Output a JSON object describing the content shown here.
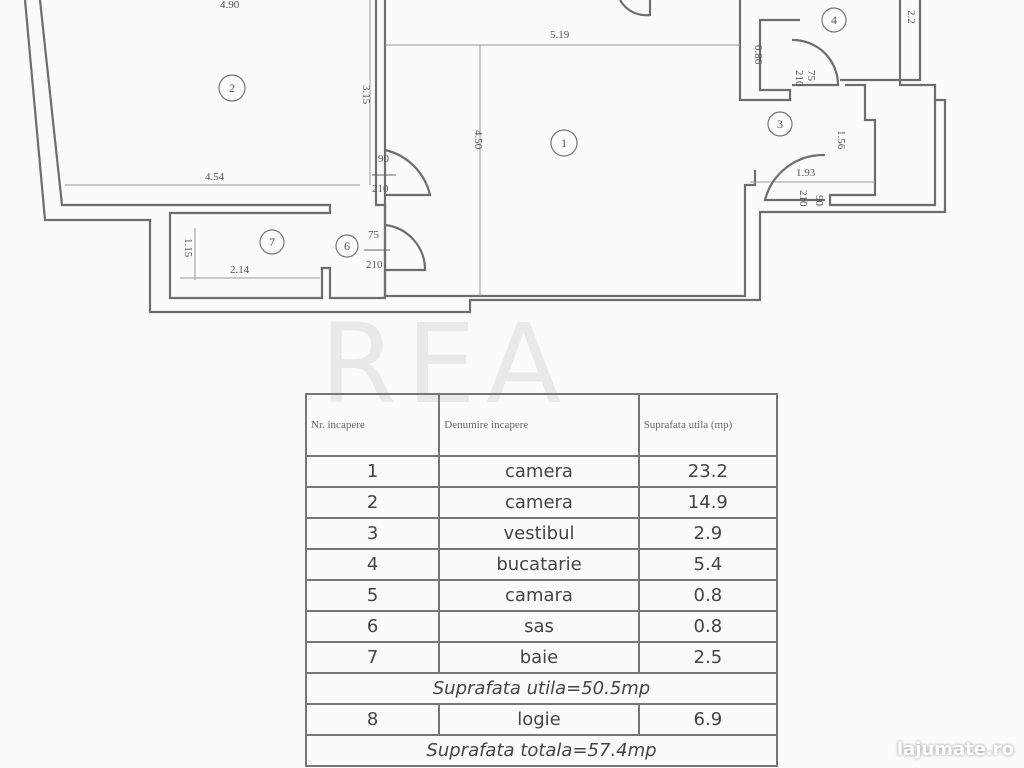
{
  "plan": {
    "rooms": [
      "1",
      "2",
      "3",
      "4",
      "6",
      "7"
    ],
    "dims": {
      "d490": "4.90",
      "d519": "5.19",
      "d22": "2.2",
      "d086": "0.86",
      "d315": "3.15",
      "d450": "4.50",
      "d454": "4.54",
      "d115": "1.15",
      "d214": "2.14",
      "d156": "1.56",
      "d193": "1.93"
    },
    "doors": [
      {
        "w": "90",
        "h": "210"
      },
      {
        "w": "75",
        "h": "210"
      },
      {
        "w": "75",
        "h": "210"
      },
      {
        "w": "90",
        "h": "210"
      }
    ]
  },
  "table": {
    "headers": [
      "Nr. incapere",
      "Denumire incapere",
      "Suprafata utila (mp)"
    ],
    "rows": [
      {
        "nr": "1",
        "name": "camera",
        "area": "23.2"
      },
      {
        "nr": "2",
        "name": "camera",
        "area": "14.9"
      },
      {
        "nr": "3",
        "name": "vestibul",
        "area": "2.9"
      },
      {
        "nr": "4",
        "name": "bucatarie",
        "area": "5.4"
      },
      {
        "nr": "5",
        "name": "camara",
        "area": "0.8"
      },
      {
        "nr": "6",
        "name": "sas",
        "area": "0.8"
      },
      {
        "nr": "7",
        "name": "baie",
        "area": "2.5"
      }
    ],
    "subtotal": "Suprafata utila=50.5mp",
    "extra": {
      "nr": "8",
      "name": "logie",
      "area": "6.9"
    },
    "total": "Suprafata totala=57.4mp"
  },
  "watermark": "lajumate.ro",
  "logo": "REA"
}
